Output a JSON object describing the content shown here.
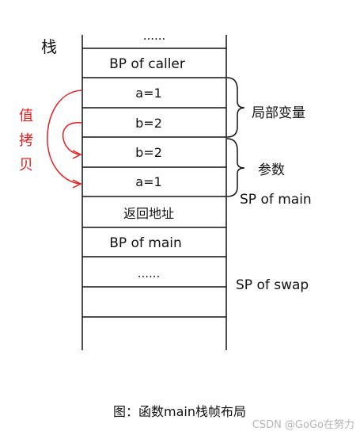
{
  "stack_label": "栈",
  "copy_label": [
    "值",
    "拷",
    "贝"
  ],
  "cells": [
    "......",
    "BP of caller",
    "a=1",
    "b=2",
    "b=2",
    "a=1",
    "返回地址",
    "BP of main",
    "......",
    "",
    ""
  ],
  "braces": {
    "locals": "局部变量",
    "params": "参数"
  },
  "pointers": {
    "main_sp": "SP of main",
    "swap_sp": "SP of swap"
  },
  "caption": "图：函数main栈帧布局",
  "watermark": "CSDN @GoGo在努力",
  "colors": {
    "line": "#111111",
    "copy": "#e02020"
  }
}
